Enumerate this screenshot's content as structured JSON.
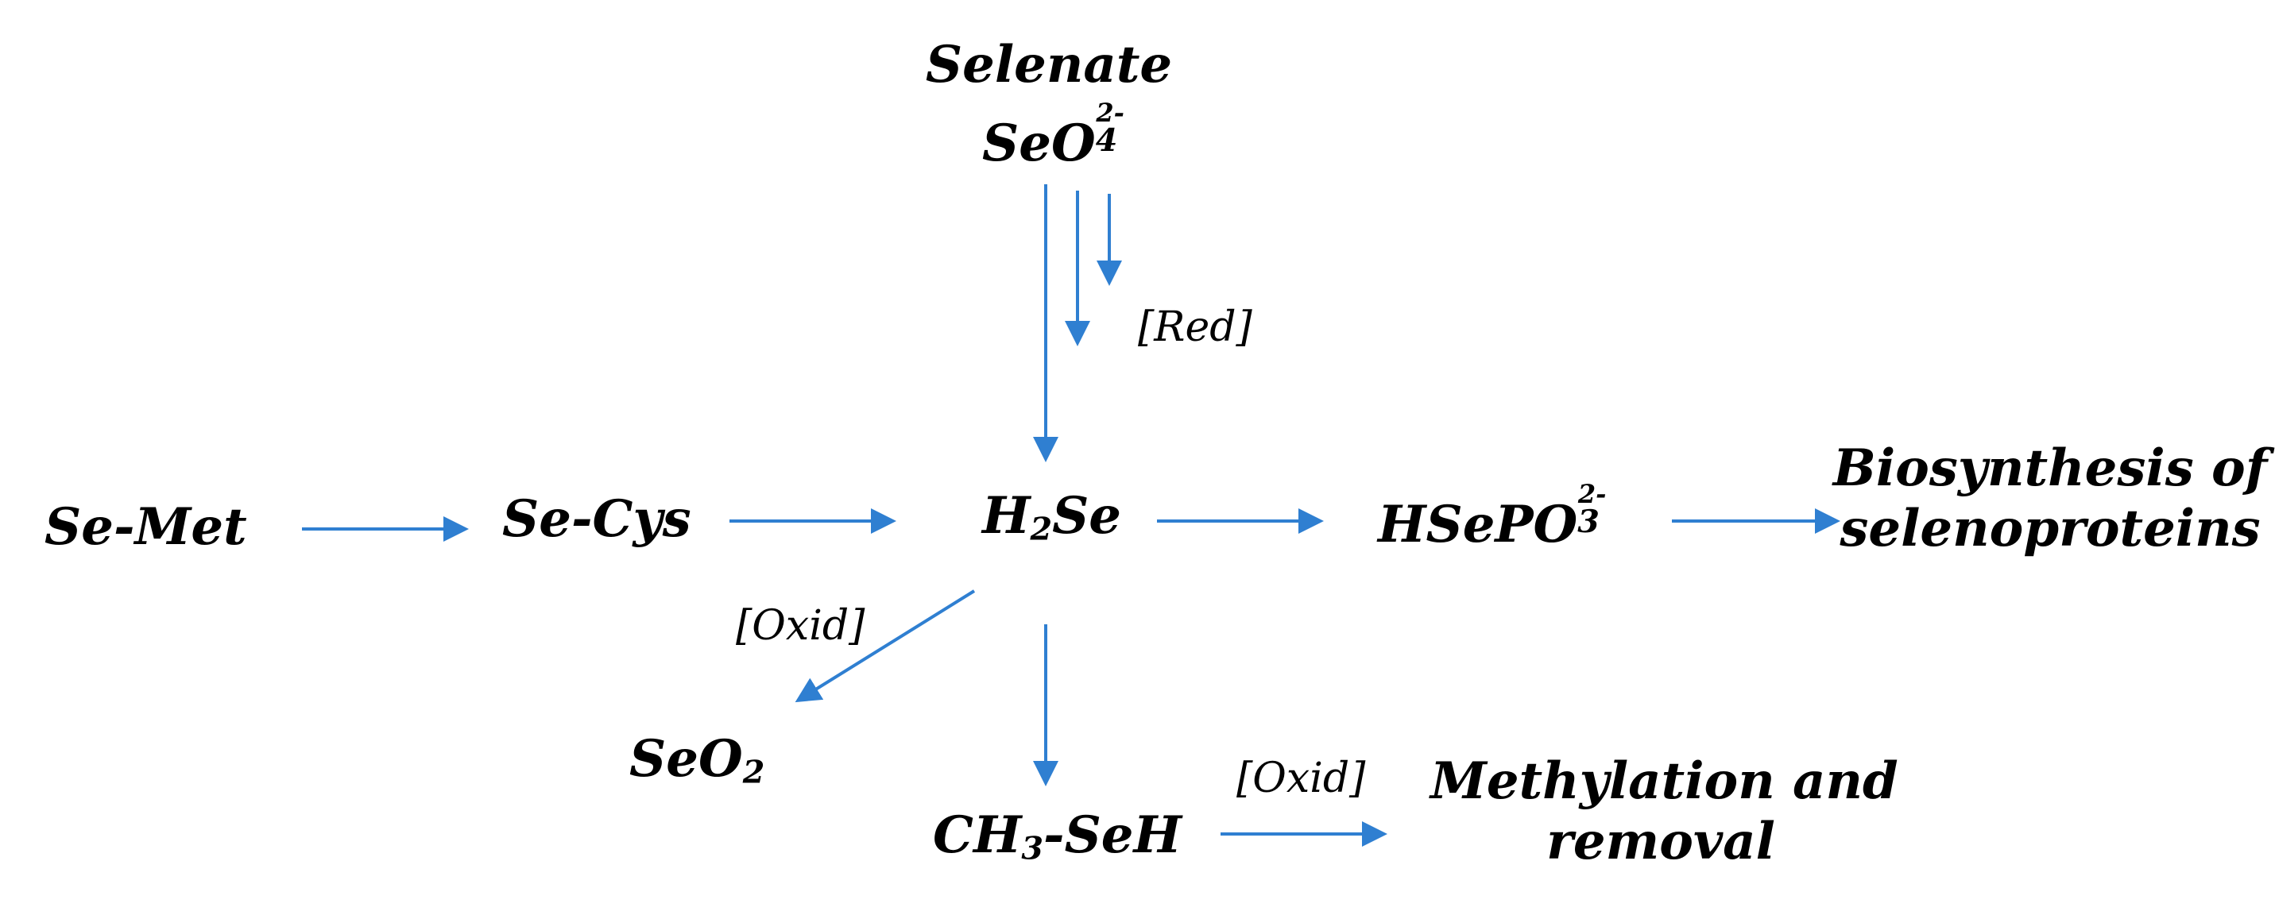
{
  "colors": {
    "arrow": "#2f7fd1",
    "text": "#000000"
  },
  "nodes": {
    "selenate": {
      "line1": "Selenate",
      "main": "SeO",
      "sub": "4",
      "sup": "2-"
    },
    "se_met": {
      "label": "Se-Met"
    },
    "se_cys": {
      "label": "Se-Cys"
    },
    "h2se": {
      "pre": "H",
      "sub": "2",
      "post": "Se"
    },
    "hsepo3": {
      "main": "HSePO",
      "sub": "3",
      "sup": "2-"
    },
    "biosynthesis": {
      "line1": "Biosynthesis of",
      "line2": "selenoproteins"
    },
    "seo2": {
      "main": "SeO",
      "sub": "2"
    },
    "ch3seh": {
      "pre": "CH",
      "sub": "3",
      "post": "-SeH"
    },
    "methylation": {
      "line1": "Methylation and",
      "line2": "removal"
    }
  },
  "conditions": {
    "red": "[Red]",
    "oxid_left": "[Oxid]",
    "oxid_right": "[Oxid]"
  }
}
